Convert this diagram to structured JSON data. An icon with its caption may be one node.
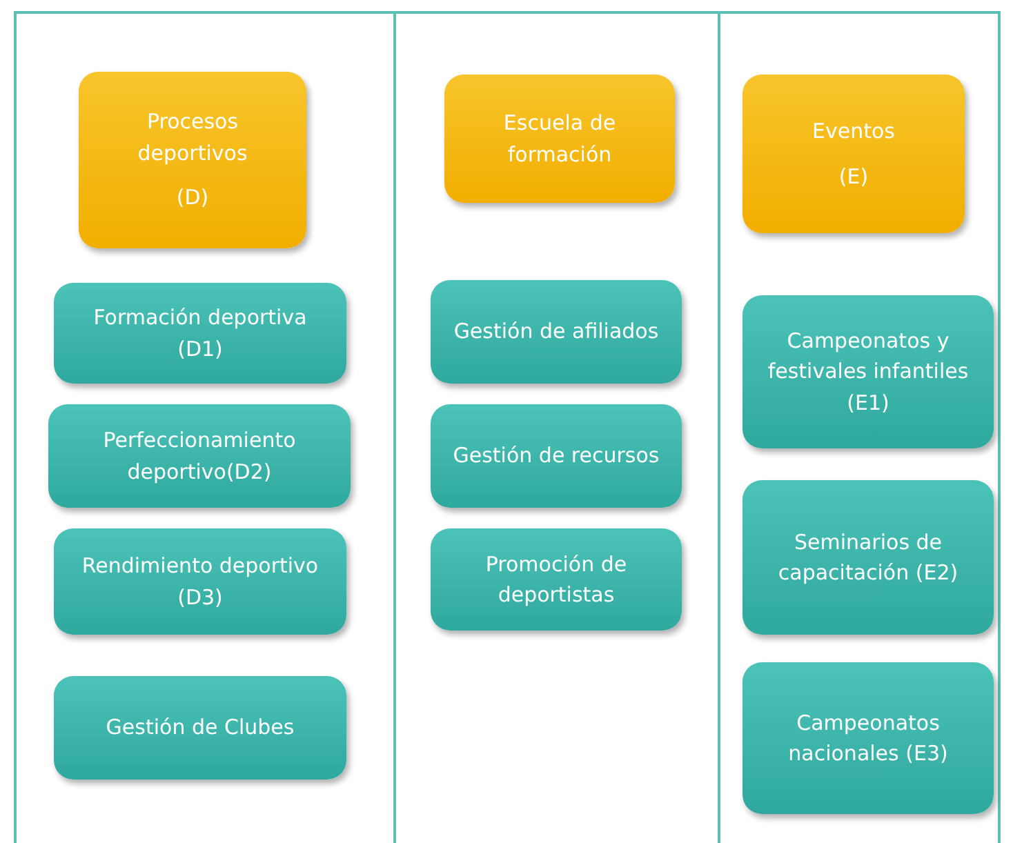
{
  "diagram": {
    "nodes": [
      {
        "text": [],
        "shape": "box"
      },
      {
        "text": [
          "Procesos deportivos",
          "(D)"
        ],
        "in": 0
      },
      {
        "text": [
          "Formación deportiva (D1)"
        ],
        "in": 0
      },
      {
        "text": [
          "Perfeccionamiento deportivo(D2)"
        ],
        "in": 0
      },
      {
        "text": [
          "Rendimiento deportivo (D3)"
        ],
        "in": 0
      },
      {
        "text": [
          "Gestión de Clubes"
        ],
        "in": 0
      },
      {
        "text": [],
        "shape": "box"
      },
      {
        "text": [
          "Escuela de formación"
        ],
        "in": 6
      },
      {
        "text": [
          "Gestión de afiliados"
        ],
        "in": 6
      },
      {
        "text": [
          "Gestión de recursos"
        ],
        "in": 6
      },
      {
        "text": [
          "Promoción de deportistas"
        ],
        "in": 6
      },
      {
        "text": [],
        "shape": "box"
      },
      {
        "text": [
          "Eventos",
          "(E)"
        ],
        "in": 11
      },
      {
        "text": [
          "Campeonatos y festivales infantiles (E1)"
        ],
        "in": 11
      },
      {
        "text": [
          "Seminarios de capacitación (E2)"
        ],
        "in": 11
      },
      {
        "text": [
          "Campeonatos nacionales (E3)"
        ],
        "in": 11
      }
    ]
  }
}
